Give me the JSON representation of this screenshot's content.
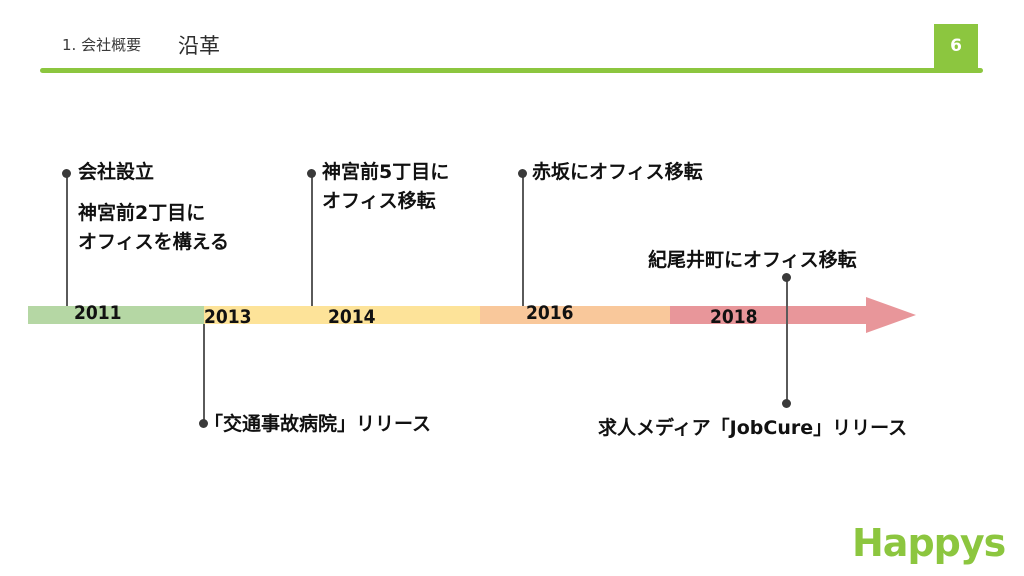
{
  "header": {
    "section": "1. 会社概要",
    "title": "沿革",
    "page_number": "6",
    "accent_color": "#8cc63f"
  },
  "timeline": {
    "years": [
      "2011",
      "2013",
      "2014",
      "2016",
      "2018"
    ],
    "segment_colors": [
      "#b5d7a4",
      "#fde399",
      "#f9c89b",
      "#e8969a"
    ],
    "events_above": [
      {
        "line1": "会社設立",
        "line2": "神宮前2丁目に",
        "line3": "オフィスを構える"
      },
      {
        "line1": "神宮前5丁目に",
        "line2": "オフィス移転"
      },
      {
        "line1": "赤坂にオフィス移転"
      },
      {
        "line1": "紀尾井町にオフィス移転"
      }
    ],
    "events_below": [
      {
        "line1": "「交通事故病院」リリース"
      },
      {
        "line1": "求人メディア「JobCure」リリース"
      }
    ]
  },
  "logo": {
    "text": "Happys",
    "icon": "happys-logo"
  }
}
